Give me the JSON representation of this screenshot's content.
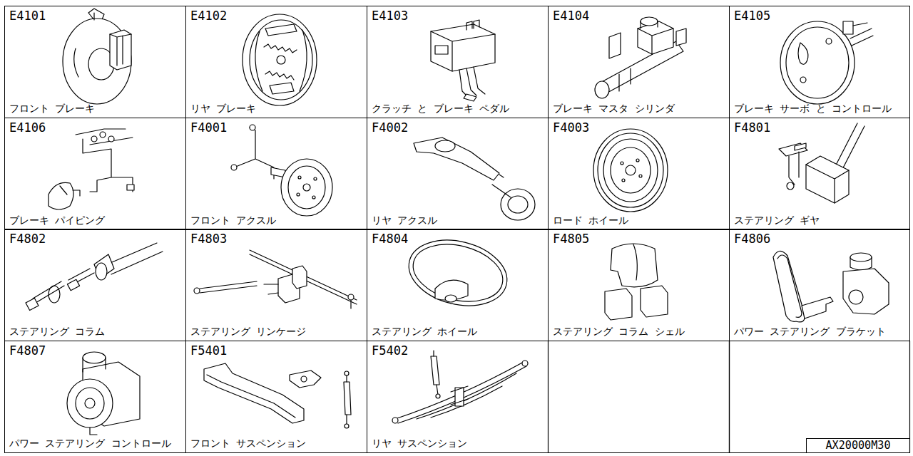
{
  "diagram": {
    "nodes": [
      {
        "text": [
          "E4101",
          "フロント ブレーキ"
        ]
      },
      {
        "text": [
          "E4102",
          "リヤ ブレーキ"
        ]
      },
      {
        "text": [
          "E4103",
          "クラッチ と ブレーキ ペダル"
        ]
      },
      {
        "text": [
          "E4104",
          "ブレーキ マスタ シリンダ"
        ]
      },
      {
        "text": [
          "E4105",
          "ブレーキ サーボ と コントロール"
        ]
      },
      {
        "text": [
          "E4106",
          "ブレーキ パイピング"
        ]
      },
      {
        "text": [
          "F4001",
          "フロント アクスル"
        ]
      },
      {
        "text": [
          "F4002",
          "リヤ アクスル"
        ]
      },
      {
        "text": [
          "F4003",
          "ロード ホイール"
        ]
      },
      {
        "text": [
          "F4801",
          "ステアリング ギヤ"
        ]
      },
      {
        "text": [
          "F4802",
          "ステアリング コラム"
        ]
      },
      {
        "text": [
          "F4803",
          "ステアリング リンケージ"
        ]
      },
      {
        "text": [
          "F4804",
          "ステアリング ホイール"
        ]
      },
      {
        "text": [
          "F4805",
          "ステアリング コラム シェル"
        ]
      },
      {
        "text": [
          "F4806",
          "パワー ステアリング ブラケット"
        ]
      },
      {
        "text": [
          "F4807",
          "パワー ステアリング コントロール"
        ]
      },
      {
        "text": [
          "F5401",
          "フロント サスペンション"
        ]
      },
      {
        "text": [
          "F5402",
          "リヤ サスペンション"
        ]
      },
      {
        "text": [
          "AX20000M30"
        ]
      }
    ]
  }
}
